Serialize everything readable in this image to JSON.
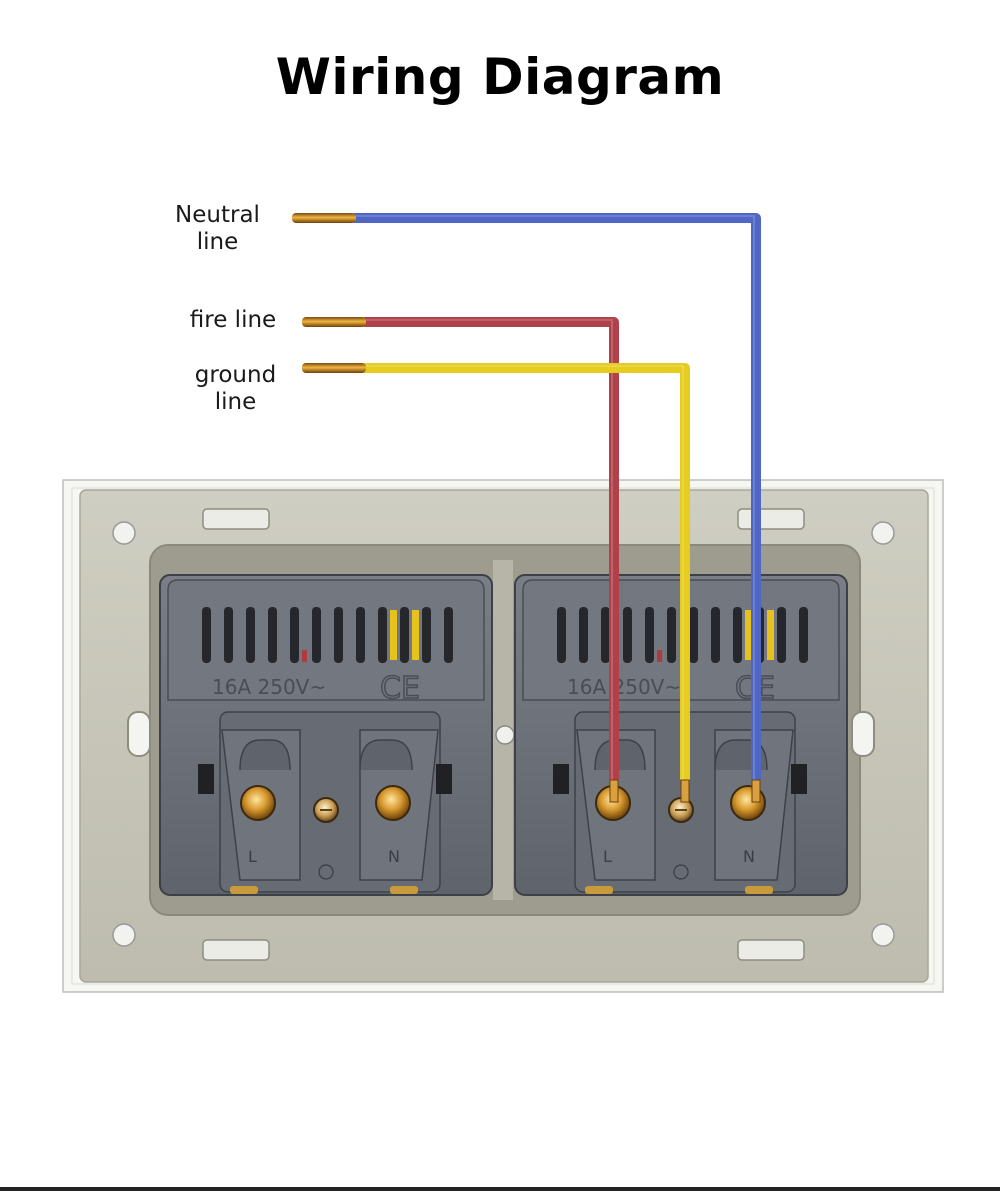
{
  "title": "Wiring Diagram",
  "wires": [
    {
      "id": "neutral",
      "label": "Neutral\nline",
      "color": "#4f66c4"
    },
    {
      "id": "fire",
      "label": "fire line",
      "color": "#b0414a"
    },
    {
      "id": "ground",
      "label": "ground\nline",
      "color": "#e6cc1e"
    }
  ],
  "sockets": [
    {
      "id": "left",
      "rating": "16A 250V~",
      "mark": "CE",
      "terminal_left": "L",
      "terminal_right": "N",
      "wired": false
    },
    {
      "id": "right",
      "rating": "16A 250V~",
      "mark": "CE",
      "terminal_left": "L",
      "terminal_right": "N",
      "wired": true
    }
  ],
  "colors": {
    "plate": "#f4f4f0",
    "frame": "#c7c6b9",
    "module": "#6c7079",
    "module_dark": "#3f4249",
    "copper": "#c9892c",
    "brass": "#d8a640"
  }
}
